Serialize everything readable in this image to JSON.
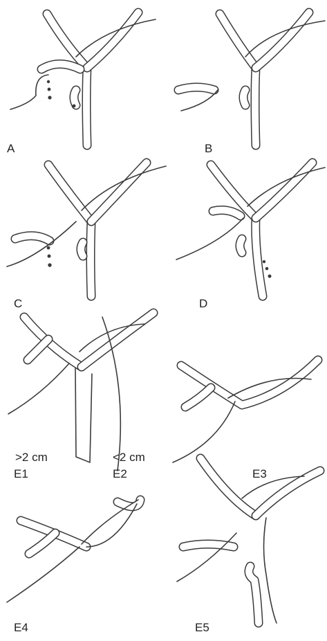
{
  "panels": {
    "A": {
      "label": "A"
    },
    "B": {
      "label": "B"
    },
    "C": {
      "label": "C"
    },
    "D": {
      "label": "D"
    },
    "E1": {
      "label": "E1",
      "note": ">2 cm"
    },
    "E2": {
      "label": "E2",
      "note": "<2 cm"
    },
    "E3": {
      "label": "E3"
    },
    "E4": {
      "label": "E4"
    },
    "E5": {
      "label": "E5"
    }
  },
  "colors": {
    "stroke": "#3a3a3a",
    "background": "#ffffff"
  }
}
